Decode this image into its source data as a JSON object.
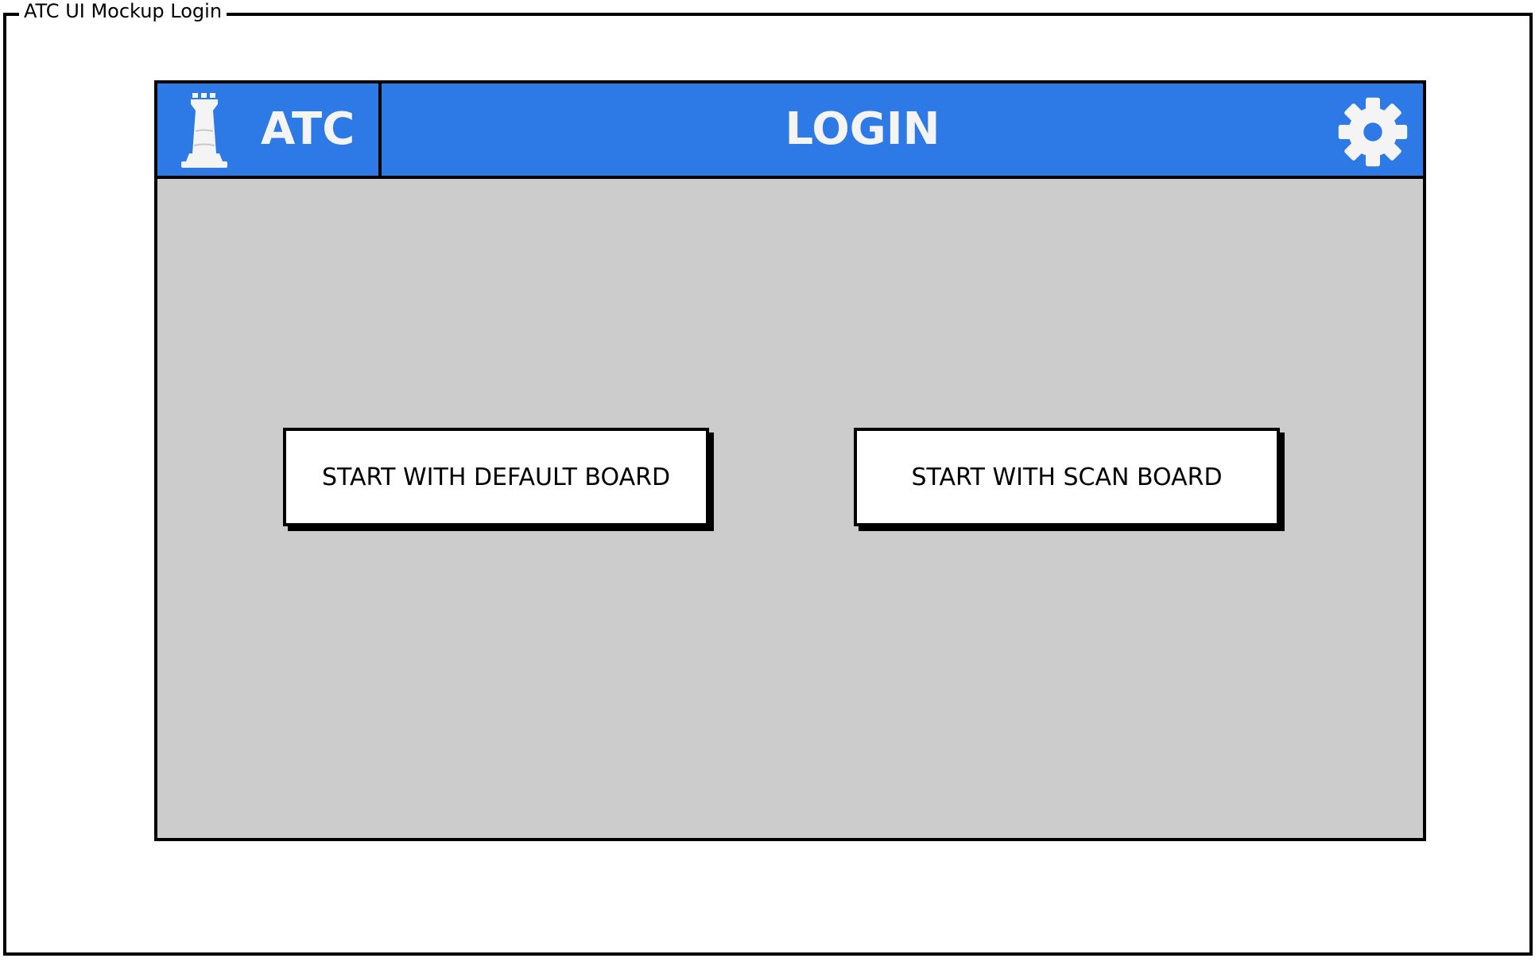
{
  "frame": {
    "label": "ATC UI Mockup Login"
  },
  "header": {
    "brand_name": "ATC",
    "title": "LOGIN",
    "brand_icon": "rook-icon",
    "settings_icon": "gear-icon"
  },
  "actions": {
    "default_board_label": "START WITH DEFAULT BOARD",
    "scan_board_label": "START WITH SCAN BOARD"
  },
  "colors": {
    "header_bg": "#2d79e5",
    "content_bg": "#cccccc",
    "header_text": "#f4f4f4",
    "button_bg": "#ffffff"
  }
}
